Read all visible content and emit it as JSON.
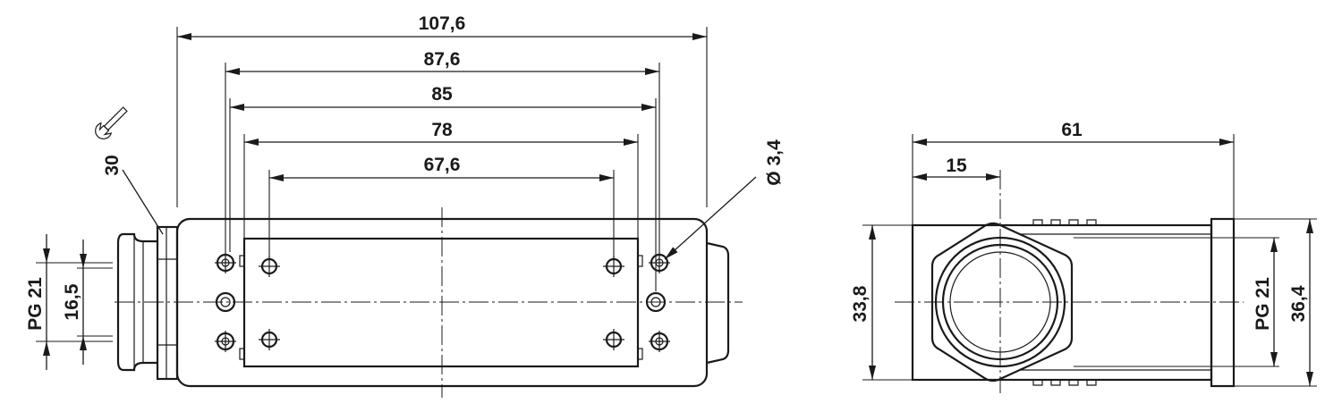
{
  "side_view": {
    "dim_overall_length": "107,6",
    "dim_outer_holes": "87,6",
    "dim_mid_holes": "85",
    "dim_frame": "78",
    "dim_inner_holes": "67,6",
    "dim_thread": "PG 21",
    "dim_thread_dia": "16,5",
    "dim_wrench_size": "30",
    "dim_hole_dia": "Ø 3,4"
  },
  "end_view": {
    "dim_width": "61",
    "dim_gland_offset": "15",
    "dim_height": "33,8",
    "dim_thread": "PG 21",
    "dim_flange_height": "36,4"
  },
  "icons": [
    "wrench-icon"
  ]
}
